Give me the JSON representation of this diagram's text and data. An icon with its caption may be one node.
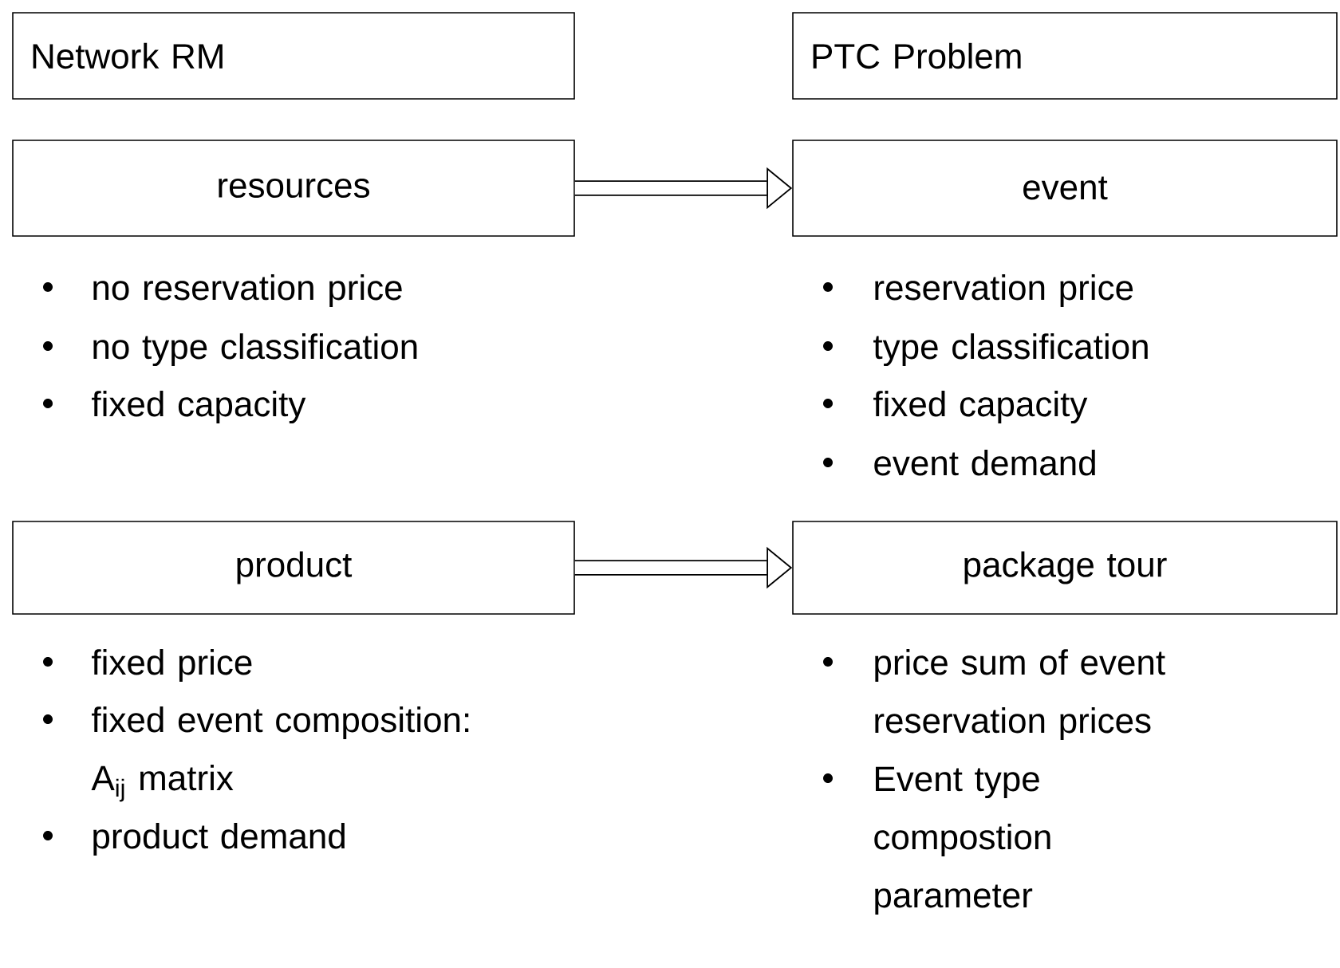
{
  "diagram": {
    "nodes": [
      {
        "text": [
          "Network RM"
        ]
      },
      {
        "text": [
          "PTC Problem"
        ]
      },
      {
        "text": [
          "resources"
        ],
        "beside": [
          "no reservation price",
          "no type classification",
          "fixed capacity"
        ]
      },
      {
        "text": [
          "event"
        ],
        "beside": [
          "reservation price",
          "type classification",
          "fixed capacity",
          "event demand"
        ]
      },
      {
        "text": [
          "product"
        ],
        "beside": [
          "fixed price",
          "fixed event composition: A$_{ij}$ matrix",
          "product demand"
        ]
      },
      {
        "text": [
          "package tour"
        ],
        "beside": [
          "price sum of event reservation prices",
          "Event type compostion parameter"
        ]
      }
    ],
    "edges": [
      {
        "from": 2,
        "to": 3,
        "arrow": "to"
      },
      {
        "from": 4,
        "to": 5,
        "arrow": "to"
      }
    ]
  }
}
